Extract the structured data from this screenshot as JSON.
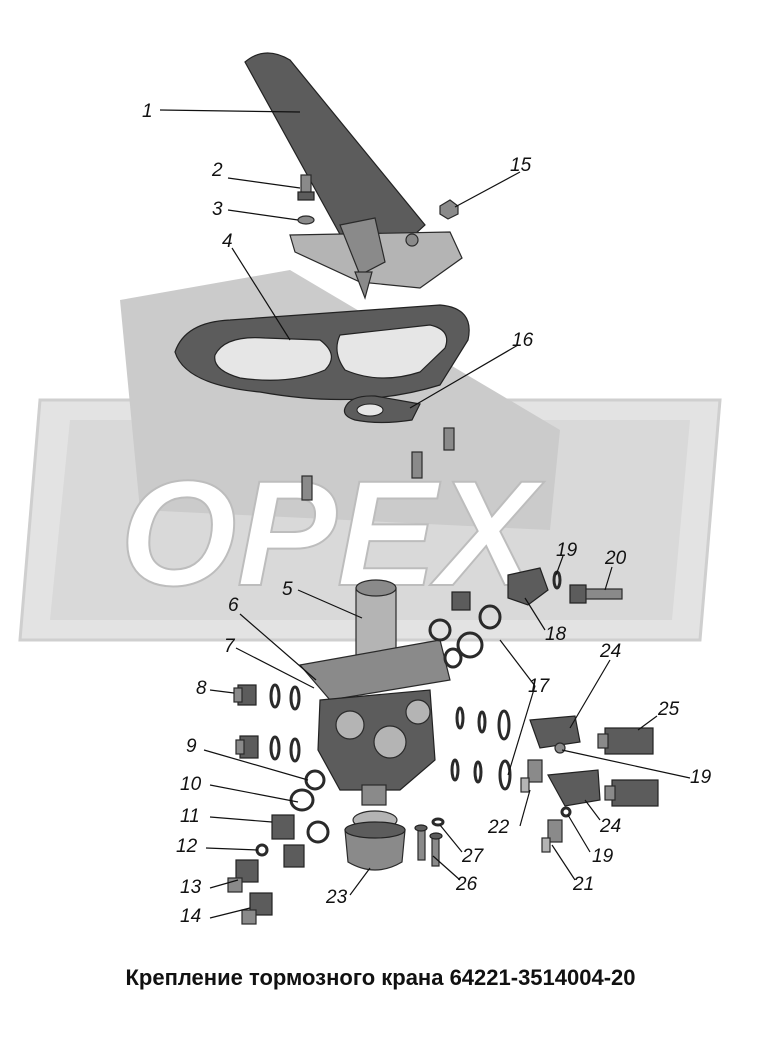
{
  "watermark": {
    "text": "OPEX",
    "color": "#d4d4d4"
  },
  "callouts": [
    "1",
    "2",
    "3",
    "4",
    "5",
    "6",
    "7",
    "8",
    "9",
    "10",
    "11",
    "12",
    "13",
    "14",
    "15",
    "16",
    "17",
    "18",
    "19",
    "19",
    "19",
    "20",
    "21",
    "22",
    "23",
    "24",
    "24",
    "25",
    "26",
    "27"
  ],
  "caption": "Крепление тормозного крана 64221-3514004-20",
  "icons": {
    "part_fill": "#8a8a8a",
    "outline": "#2a2a2a"
  }
}
